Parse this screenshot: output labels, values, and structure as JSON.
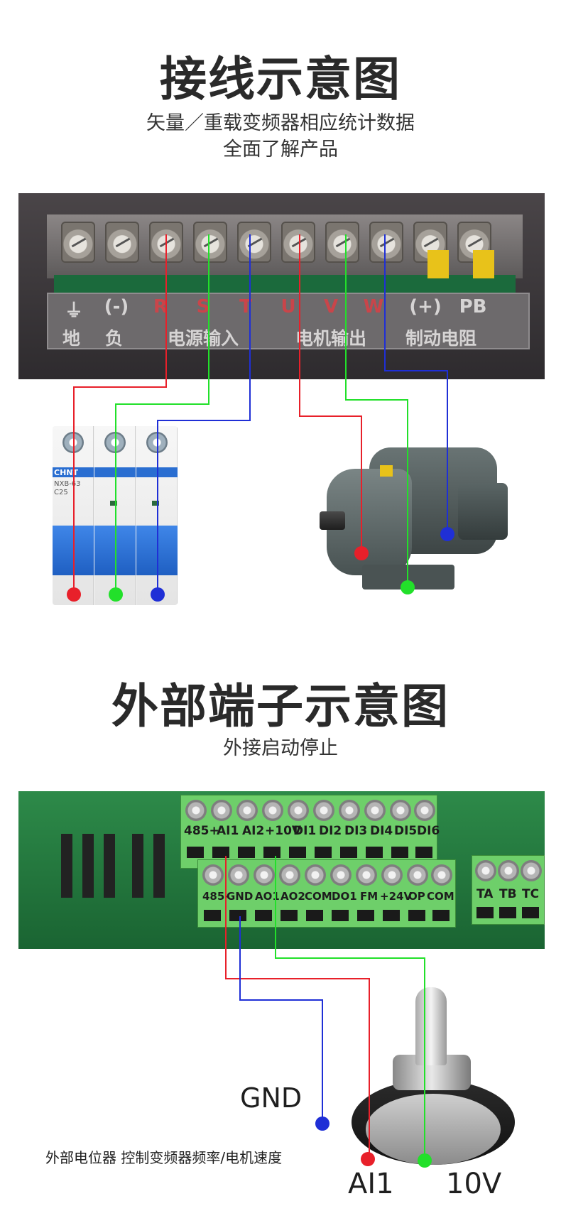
{
  "section1": {
    "title": "接线示意图",
    "subtitle_line1": "矢量／重载变频器相应统计数据",
    "subtitle_line2": "全面了解产品"
  },
  "power_terminal": {
    "top_labels": [
      "⏚",
      "(-)",
      "R",
      "S",
      "T",
      "U",
      "V",
      "W",
      "(+)",
      "PB"
    ],
    "group_labels": [
      "地",
      "负",
      "电源输入",
      "电机输出",
      "制动电阻"
    ]
  },
  "breaker": {
    "brand": "CHNT",
    "model": "NXB-63",
    "rating": "C25"
  },
  "section2": {
    "title": "外部端子示意图",
    "subtitle": "外接启动停止"
  },
  "control_terminal": {
    "upper_labels": [
      "485+",
      "AI1",
      "AI2",
      "+10V",
      "DI1",
      "DI2",
      "DI3",
      "DI4",
      "DI5",
      "DI6"
    ],
    "lower_labels": [
      "485-",
      "GND",
      "AO1",
      "AO2",
      "COM",
      "DO1",
      "FM",
      "+24V",
      "OP",
      "COM"
    ],
    "relay_labels": [
      "TA",
      "TB",
      "TC"
    ]
  },
  "potentiometer": {
    "gnd_label": "GND",
    "ai1_label": "AI1",
    "v10_label": "10V",
    "caption": "外部电位器 控制变频器频率/电机速度"
  },
  "colors": {
    "red_wire": "#e8202a",
    "green_wire": "#22e02a",
    "blue_wire": "#1f2fd6"
  }
}
